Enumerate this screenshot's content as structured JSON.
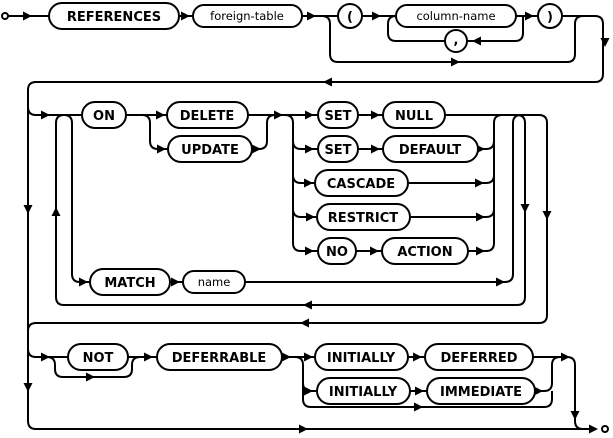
{
  "diagram": {
    "name": "references-foreign-key-clause-syntax-diagram",
    "colors": {
      "background": "#ffffff",
      "line": "#000000",
      "node_fill": "#ffffff"
    },
    "nodes": {
      "references": "REFERENCES",
      "foreign_table": "foreign-table",
      "lparen": "(",
      "column_name": "column-name",
      "comma": ",",
      "rparen": ")",
      "on": "ON",
      "delete": "DELETE",
      "update": "UPDATE",
      "set1": "SET",
      "null": "NULL",
      "set2": "SET",
      "default": "DEFAULT",
      "cascade": "CASCADE",
      "restrict": "RESTRICT",
      "no": "NO",
      "action": "ACTION",
      "match": "MATCH",
      "name": "name",
      "not": "NOT",
      "deferrable": "DEFERRABLE",
      "initially1": "INITIALLY",
      "deferred": "DEFERRED",
      "initially2": "INITIALLY",
      "immediate": "IMMEDIATE"
    }
  }
}
